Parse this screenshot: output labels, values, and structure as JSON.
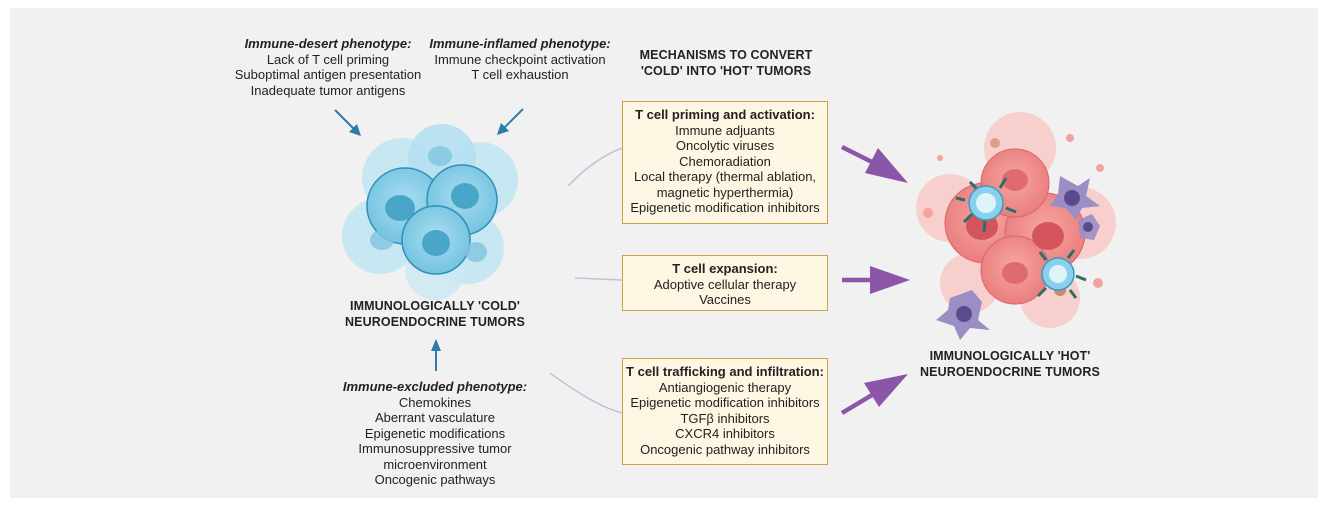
{
  "desert": {
    "title": "Immune-desert phenotype:",
    "items": [
      "Lack of T cell priming",
      "Suboptimal antigen presentation",
      "Inadequate tumor antigens"
    ]
  },
  "inflamed": {
    "title": "Immune-inflamed phenotype:",
    "items": [
      "Immune checkpoint activation",
      "T cell exhaustion"
    ]
  },
  "mechanisms_title": [
    "MECHANISMS TO CONVERT",
    "'COLD' INTO 'HOT' TUMORS"
  ],
  "cold_label": [
    "IMMUNOLOGICALLY 'COLD'",
    "NEUROENDOCRINE TUMORS"
  ],
  "hot_label": [
    "IMMUNOLOGICALLY 'HOT'",
    "NEUROENDOCRINE TUMORS"
  ],
  "excluded": {
    "title": "Immune-excluded phenotype:",
    "items": [
      "Chemokines",
      "Aberrant vasculature",
      "Epigenetic modifications",
      "Immunosuppressive tumor",
      "microenvironment",
      "Oncogenic pathways"
    ]
  },
  "boxes": [
    {
      "title": "T cell priming and activation:",
      "items": [
        "Immune adjuants",
        "Oncolytic viruses",
        "Chemoradiation",
        "Local therapy (thermal ablation,",
        "magnetic hyperthermia)",
        "Epigenetic modification inhibitors"
      ]
    },
    {
      "title": "T cell expansion:",
      "items": [
        "Adoptive cellular therapy",
        "Vaccines"
      ]
    },
    {
      "title": "T cell trafficking and infiltration:",
      "items": [
        "Antiangiogenic therapy",
        "Epigenetic modification inhibitors",
        "TGFβ inhibitors",
        "CXCR4 inhibitors",
        "Oncogenic pathway inhibitors"
      ]
    }
  ],
  "colors": {
    "background": "#f1f1f1",
    "box_fill": "#fcf6e3",
    "box_border": "#c9a24a",
    "arrow_purple": "#8b55a8",
    "arrow_blue": "#2b7ca8",
    "cold_cell": "#8fd0e8",
    "hot_cell": "#ef8b8b"
  },
  "icons": [
    "cold-tumor-cluster-illustration",
    "hot-tumor-cluster-illustration",
    "t-cell-icon",
    "dendritic-cell-icon"
  ]
}
